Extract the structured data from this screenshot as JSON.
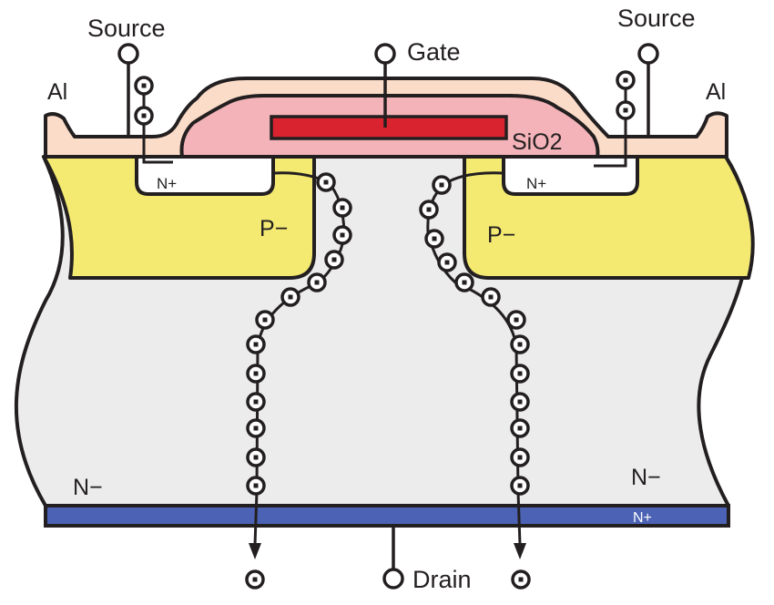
{
  "labels": {
    "source_left": "Source",
    "source_right": "Source",
    "gate": "Gate",
    "drain": "Drain",
    "al_left": "Al",
    "al_right": "Al",
    "sio2": "SiO2",
    "nplus_left": "N+",
    "nplus_right": "N+",
    "pminus_left": "P−",
    "pminus_right": "P−",
    "nminus_left": "N−",
    "nminus_right": "N−",
    "nplus_substrate": "N+"
  },
  "colors": {
    "outline": "#231f20",
    "drift_n_minus": "#ececec",
    "body_p_minus": "#f4ea72",
    "source_n_plus": "#ffffff",
    "aluminum": "#fbdcc8",
    "oxide": "#f3b3b8",
    "gate_poly": "#d9232e",
    "substrate_n_plus": "#4c63b5",
    "electron_fill": "#ffffff"
  },
  "electron_paths": {
    "left": "electron-current-left",
    "right": "electron-current-right"
  }
}
